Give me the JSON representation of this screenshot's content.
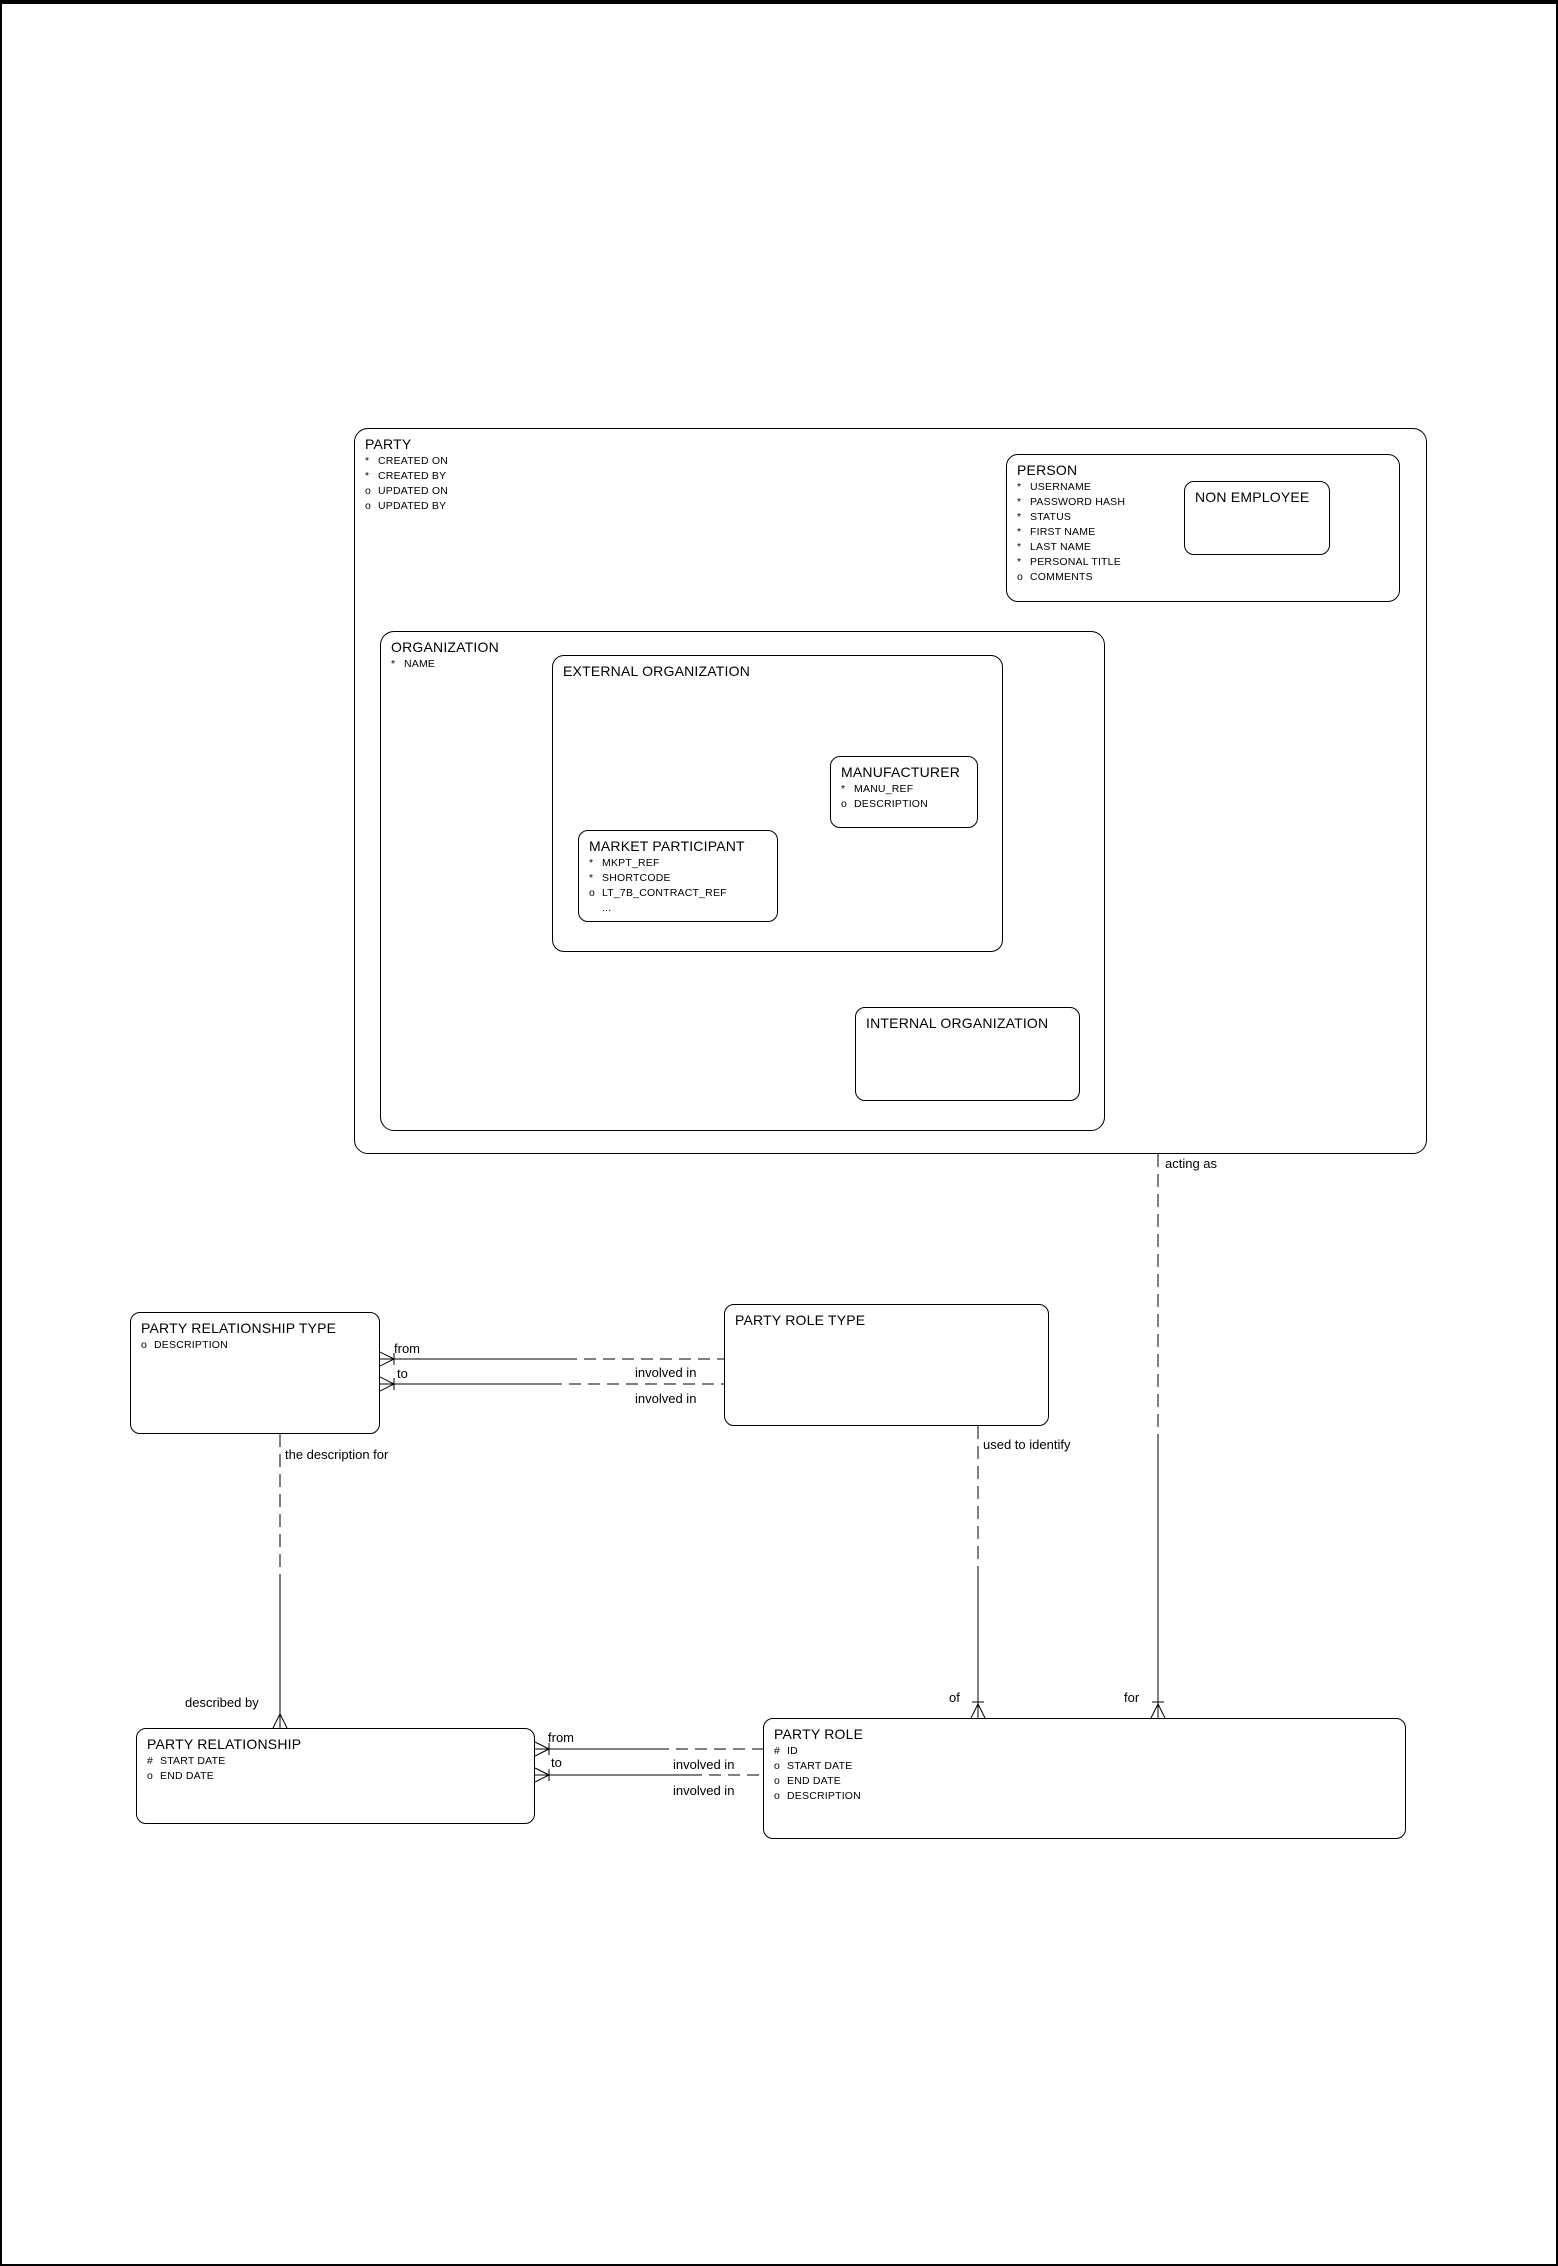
{
  "entities": {
    "party": {
      "title": "PARTY",
      "attributes": [
        {
          "p": "*",
          "n": "CREATED ON"
        },
        {
          "p": "*",
          "n": "CREATED BY"
        },
        {
          "p": "o",
          "n": "UPDATED ON"
        },
        {
          "p": "o",
          "n": "UPDATED BY"
        }
      ]
    },
    "person": {
      "title": "PERSON",
      "attributes": [
        {
          "p": "*",
          "n": "USERNAME"
        },
        {
          "p": "*",
          "n": "PASSWORD HASH"
        },
        {
          "p": "*",
          "n": "STATUS"
        },
        {
          "p": "*",
          "n": "FIRST NAME"
        },
        {
          "p": "*",
          "n": "LAST NAME"
        },
        {
          "p": "*",
          "n": "PERSONAL TITLE"
        },
        {
          "p": "o",
          "n": "COMMENTS"
        }
      ]
    },
    "non_employee": {
      "title": "NON EMPLOYEE"
    },
    "organization": {
      "title": "ORGANIZATION",
      "attributes": [
        {
          "p": "*",
          "n": "NAME"
        }
      ]
    },
    "external_organization": {
      "title": "EXTERNAL ORGANIZATION"
    },
    "manufacturer": {
      "title": "MANUFACTURER",
      "attributes": [
        {
          "p": "*",
          "n": "MANU_REF"
        },
        {
          "p": "o",
          "n": "DESCRIPTION"
        }
      ]
    },
    "market_participant": {
      "title": "MARKET PARTICIPANT",
      "attributes": [
        {
          "p": "*",
          "n": "MKPT_REF"
        },
        {
          "p": "*",
          "n": "SHORTCODE"
        },
        {
          "p": "o",
          "n": "LT_7B_CONTRACT_REF"
        },
        {
          "p": "",
          "n": "..."
        }
      ]
    },
    "internal_organization": {
      "title": "INTERNAL ORGANIZATION"
    },
    "party_relationship_type": {
      "title": "PARTY RELATIONSHIP TYPE",
      "attributes": [
        {
          "p": "o",
          "n": "DESCRIPTION"
        }
      ]
    },
    "party_role_type": {
      "title": "PARTY ROLE TYPE"
    },
    "party_relationship": {
      "title": "PARTY RELATIONSHIP",
      "attributes": [
        {
          "p": "#",
          "n": "START DATE"
        },
        {
          "p": "o",
          "n": "END DATE"
        }
      ]
    },
    "party_role": {
      "title": "PARTY ROLE",
      "attributes": [
        {
          "p": "#",
          "n": "ID"
        },
        {
          "p": "o",
          "n": "START DATE"
        },
        {
          "p": "o",
          "n": "END DATE"
        },
        {
          "p": "o",
          "n": "DESCRIPTION"
        }
      ]
    }
  },
  "relationships": {
    "acting_as": "acting as",
    "for_label": "for",
    "of_label": "of",
    "used_to_identify": "used to identify",
    "the_description_for": "the description for",
    "described_by": "described by",
    "type_from": "from",
    "type_to": "to",
    "type_involved_in_1": "involved in",
    "type_involved_in_2": "involved in",
    "rel_from": "from",
    "rel_to": "to",
    "rel_involved_in_1": "involved in",
    "rel_involved_in_2": "involved in"
  },
  "colors": {
    "line": "#000000",
    "background": "#ffffff"
  }
}
